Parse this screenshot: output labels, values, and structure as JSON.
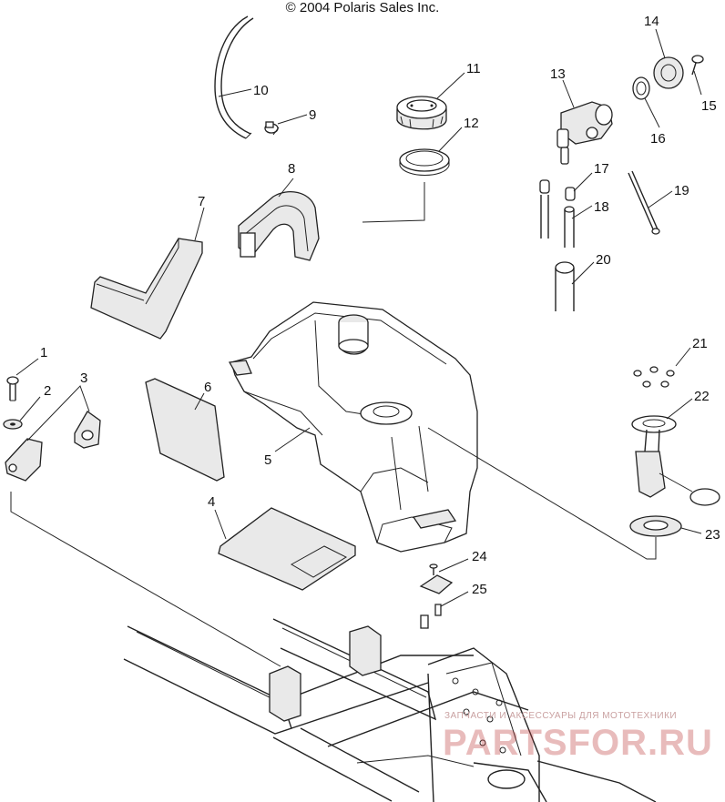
{
  "copyright": "© 2004 Polaris Sales Inc.",
  "watermark": {
    "tagline": "ЗАПЧАСТИ И АКСЕССУАРЫ ДЛЯ МОТОТЕХНИКИ",
    "brand": "PARTSFOR.RU"
  },
  "callouts": {
    "c1": "1",
    "c2": "2",
    "c3": "3",
    "c4": "4",
    "c5": "5",
    "c6": "6",
    "c7": "7",
    "c8": "8",
    "c9": "9",
    "c10": "10",
    "c11": "11",
    "c12": "12",
    "c13": "13",
    "c14": "14",
    "c15": "15",
    "c16": "16",
    "c17": "17",
    "c18": "18",
    "c19": "19",
    "c20": "20",
    "c21": "21",
    "c22": "22",
    "c23": "23",
    "c24": "24",
    "c25": "25"
  }
}
